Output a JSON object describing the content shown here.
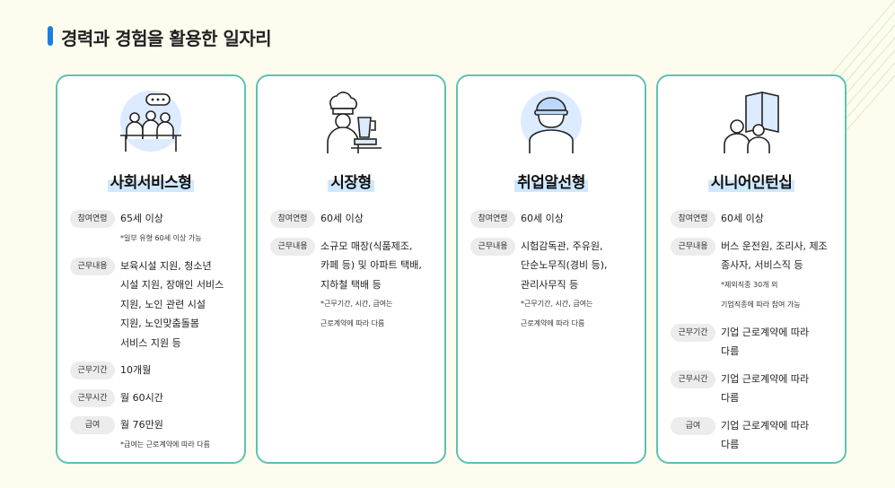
{
  "heading": "경력과 경험을 활용한 일자리",
  "cards": [
    {
      "title": "사회서비스형",
      "icon": "people-meeting-icon",
      "rows": [
        {
          "label": "참여연령",
          "value": "65세 이상",
          "note": "*일부 유형 60세 이상 가능"
        },
        {
          "label": "근무내용",
          "lines": [
            "보육시설 지원, 청소년",
            "시설 지원, 장애인 서비스",
            "지원, 노인 관련 시설",
            "지원, 노인맞춤돌봄",
            "서비스 지원 등"
          ]
        },
        {
          "label": "근무기간",
          "value": "10개월"
        },
        {
          "label": "근무시간",
          "value": "월 60시간"
        },
        {
          "label": "급여",
          "value": "월 76만원",
          "note": "*급여는 근로계약에 따라 다름"
        }
      ]
    },
    {
      "title": "시장형",
      "icon": "chef-icon",
      "rows": [
        {
          "label": "참여연령",
          "value": "60세 이상"
        },
        {
          "label": "근무내용",
          "lines": [
            "소규모 매장(식품제조,",
            "카페 등) 및 아파트 택배,",
            "지하철 택배 등"
          ],
          "notes": [
            "*근무기간, 시간, 급여는",
            "근로계약에 따라 다름"
          ]
        }
      ]
    },
    {
      "title": "취업알선형",
      "icon": "worker-icon",
      "rows": [
        {
          "label": "참여연령",
          "value": "60세 이상"
        },
        {
          "label": "근무내용",
          "lines": [
            "시험감독관, 주유원,",
            "단순노무직(경비 등),",
            "관리사무직 등"
          ],
          "notes": [
            "*근무기간, 시간, 급여는",
            "근로계약에 따라 다름"
          ]
        }
      ]
    },
    {
      "title": "시니어인턴십",
      "icon": "mentoring-book-icon",
      "rows": [
        {
          "label": "참여연령",
          "value": "60세 이상"
        },
        {
          "label": "근무내용",
          "lines": [
            "버스 운전원, 조리사, 제조",
            "종사자, 서비스직 등"
          ],
          "notes": [
            "*제외직종 30개 외",
            "기업직종에 따라 참여 가능"
          ]
        },
        {
          "label": "근무기간",
          "lines": [
            "기업 근로계약에 따라",
            "다름"
          ]
        },
        {
          "label": "근무시간",
          "lines": [
            "기업 근로계약에 따라",
            "다름"
          ]
        },
        {
          "label": "급여",
          "lines": [
            "기업 근로계약에 따라",
            "다름"
          ]
        }
      ]
    }
  ]
}
